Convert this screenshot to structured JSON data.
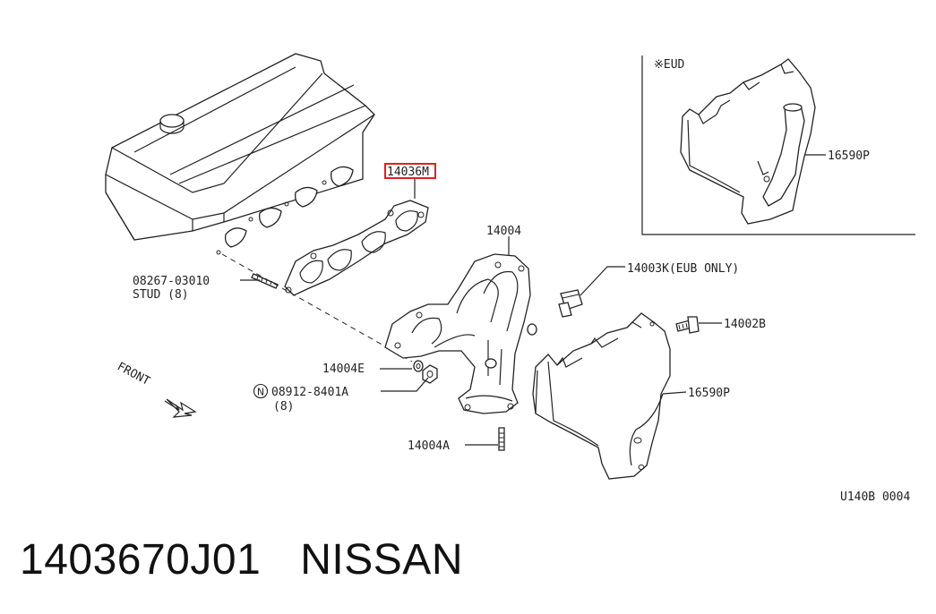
{
  "callouts": {
    "gasket": "14036M",
    "stud_number": "08267-03010",
    "stud_desc": "STUD (8)",
    "manifold": "14004",
    "sensor": "14003K(EUB ONLY)",
    "bolt": "14002B",
    "washer": "14004E",
    "nut_symbol": "N",
    "nut_number": "08912-8401A",
    "nut_qty": "(8)",
    "lower_stud": "14004A",
    "cover": "16590P",
    "inset_title": "※EUD",
    "inset_cover": "16590P",
    "direction": "FRONT",
    "figure_code": "U140B 0004"
  },
  "highlight_color": "#e02020",
  "footer": {
    "part_number": "1403670J01",
    "brand": "NISSAN"
  }
}
